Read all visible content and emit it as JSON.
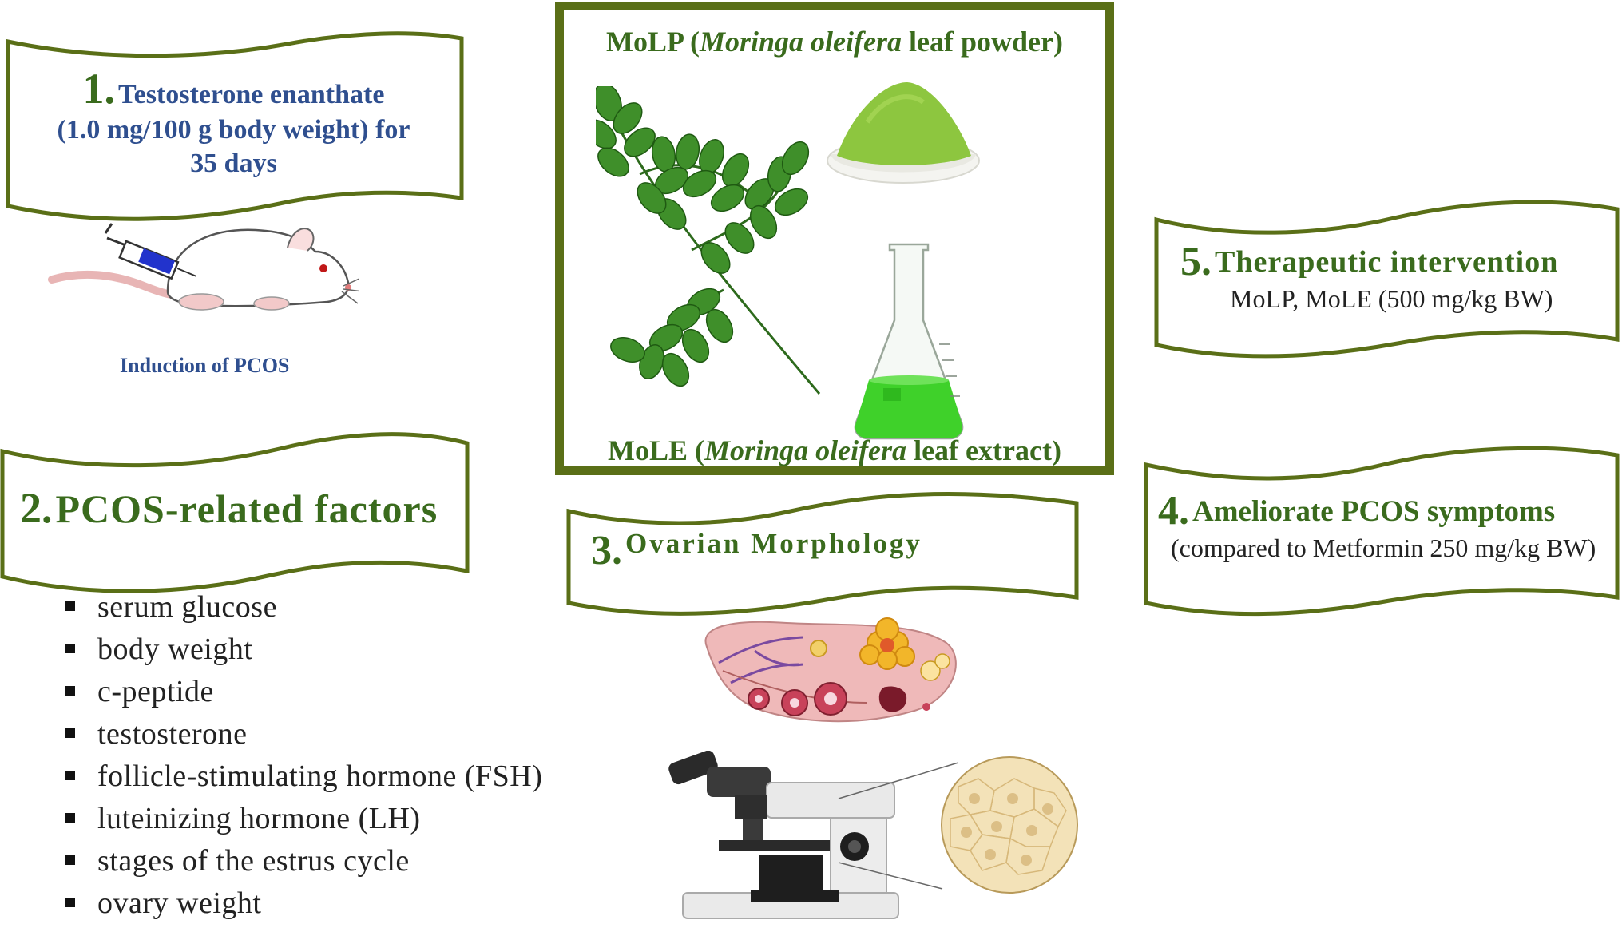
{
  "step1": {
    "number": "1.",
    "title": "Testosterone enanthate",
    "line2": "(1.0 mg/100 g body weight) for",
    "line3": "35 days"
  },
  "induction_label": "Induction of PCOS",
  "step2": {
    "number": "2.",
    "title": "PCOS-related factors",
    "factors": [
      "serum glucose",
      "body weight",
      "c-peptide",
      "testosterone",
      "follicle-stimulating hormone (FSH)",
      "luteinizing hormone (LH)",
      "stages of the estrus cycle",
      "ovary weight"
    ]
  },
  "center_box": {
    "molp_abbr": "MoLP (",
    "molp_species": "Moringa oleifera",
    "molp_rest": " leaf powder)",
    "mole_abbr": "MoLE (",
    "mole_species": "Moringa oleifera",
    "mole_rest": " leaf extract)"
  },
  "step3": {
    "number": "3.",
    "title": "Ovarian Morphology"
  },
  "step4": {
    "number": "4.",
    "title": "Ameliorate PCOS symptoms",
    "subtitle": "(compared to Metformin 250 mg/kg BW)"
  },
  "step5": {
    "number": "5.",
    "title": "Therapeutic intervention",
    "subtitle": "MoLP, MoLE (500 mg/kg BW)"
  },
  "colors": {
    "frame_green": "#5a6f17",
    "number_green": "#3a6b1d",
    "label_blue": "#2f4f8f",
    "leaf_green": "#3f8f2a",
    "powder_green": "#8dc63f",
    "liquid_green": "#3fd12a"
  },
  "icons": [
    "syringe-icon",
    "rat-icon",
    "moringa-leaf-icon",
    "powder-bowl-icon",
    "flask-icon",
    "ovary-icon",
    "microscope-icon",
    "cell-magnified-icon"
  ]
}
